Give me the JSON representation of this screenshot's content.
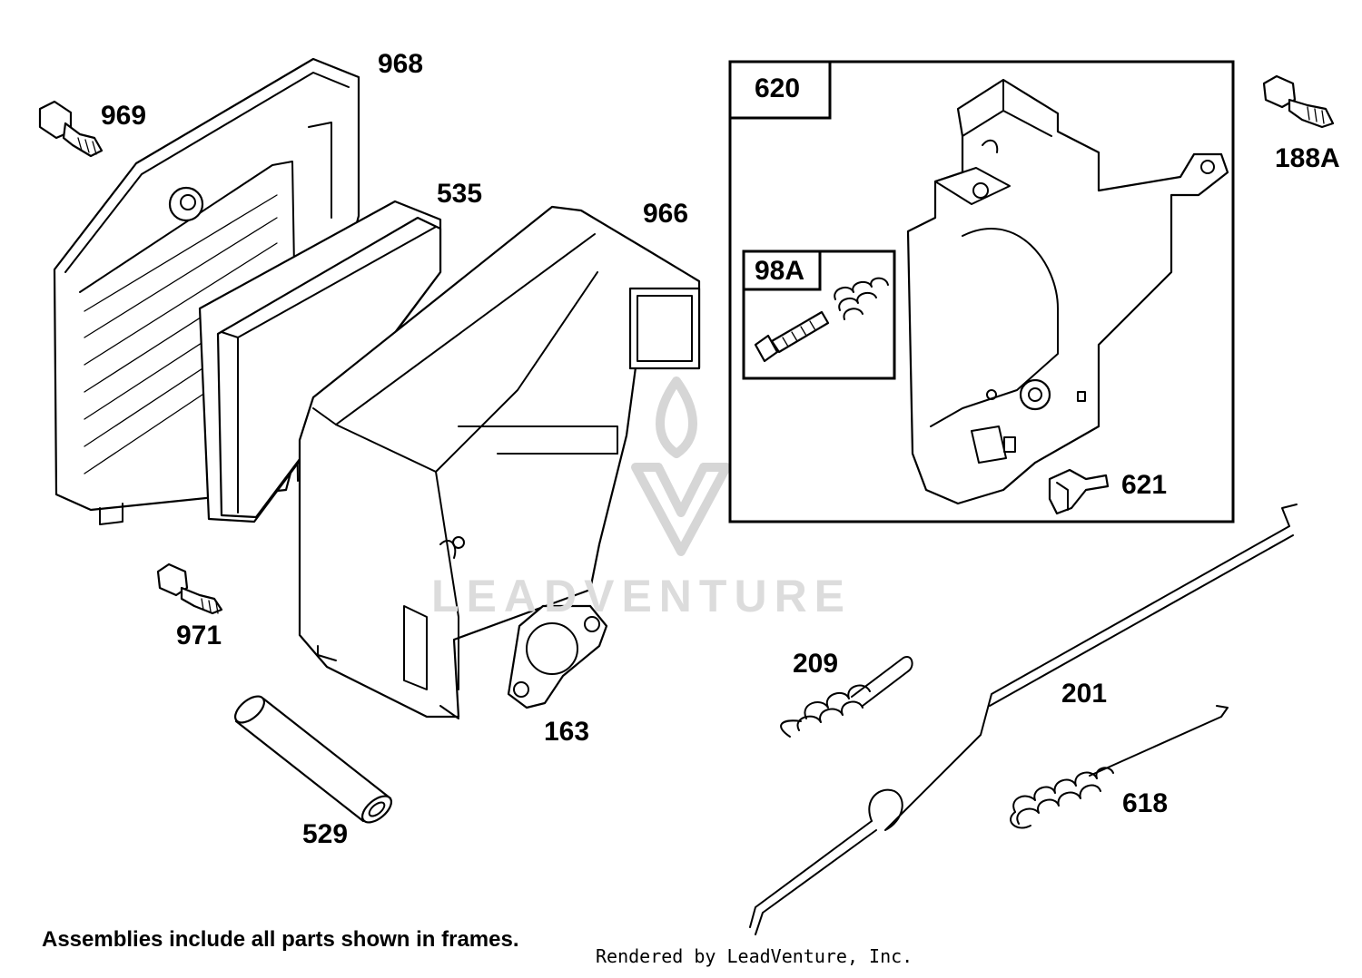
{
  "diagram": {
    "part_labels": {
      "p968": "968",
      "p969": "969",
      "p535": "535",
      "p966": "966",
      "p620": "620",
      "p98a": "98A",
      "p188a": "188A",
      "p621": "621",
      "p971": "971",
      "p163": "163",
      "p209": "209",
      "p201": "201",
      "p529": "529",
      "p618": "618"
    },
    "watermark": "LEADVENTURE"
  },
  "footer": {
    "note": "Assemblies include all parts shown in frames.",
    "credit": "Rendered by LeadVenture, Inc."
  },
  "colors": {
    "ink": "#000000",
    "background": "#ffffff",
    "watermark": "#d6d6d6"
  },
  "icons": [
    "air-cleaner-base",
    "bolt",
    "air-filter",
    "air-cleaner-cover",
    "elbow",
    "control-bracket",
    "spring",
    "screw",
    "link",
    "gasket",
    "governor-spring",
    "governor-link",
    "tube",
    "extension-spring",
    "leadventure-logo"
  ]
}
